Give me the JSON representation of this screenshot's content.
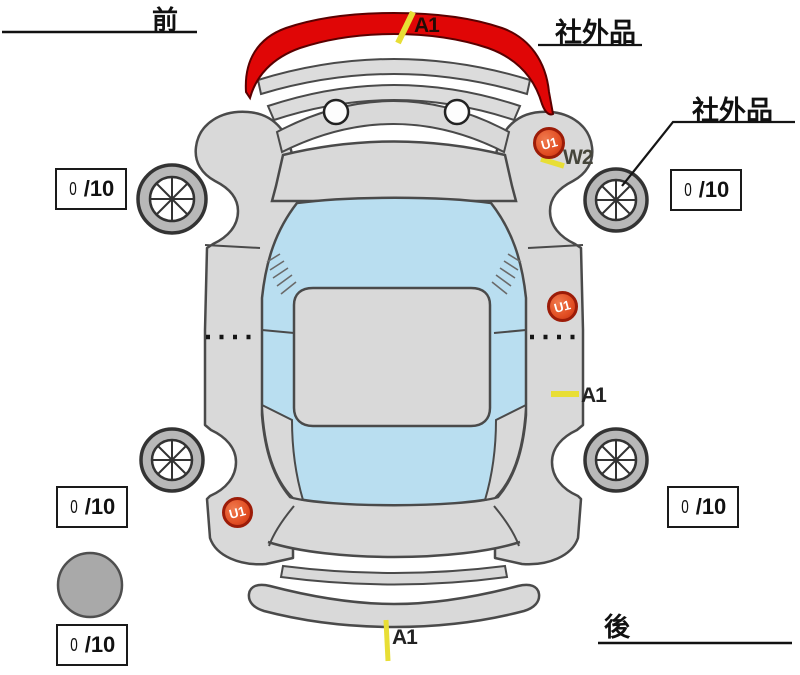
{
  "diagram_title": "vehicle-inspection-damage-diagram",
  "labels": {
    "front": "前",
    "rear": "後",
    "aftermarket_top": "社外品",
    "aftermarket_right": "社外品"
  },
  "markers": {
    "front_bumper_a1": "A1",
    "right_front_fender_u1": "U1",
    "right_front_fender_w2": "W2",
    "right_side_u1": "U1",
    "right_quarter_a1": "A1",
    "left_quarter_u1": "U1",
    "rear_bumper_a1": "A1"
  },
  "tread": {
    "front_left": {
      "value": "0",
      "max": "/10"
    },
    "front_right": {
      "value": "0",
      "max": "/10"
    },
    "rear_left": {
      "value": "0",
      "max": "/10"
    },
    "rear_right": {
      "value": "0",
      "max": "/10"
    },
    "spare": {
      "value": "0",
      "max": "/10"
    }
  },
  "colors": {
    "body_gray": "#d9d9d9",
    "glass_blue": "#b9def0",
    "aftermarket_red": "#e00606",
    "marker_orange": "#e14d22",
    "highlight_yellow": "#e8de35"
  }
}
